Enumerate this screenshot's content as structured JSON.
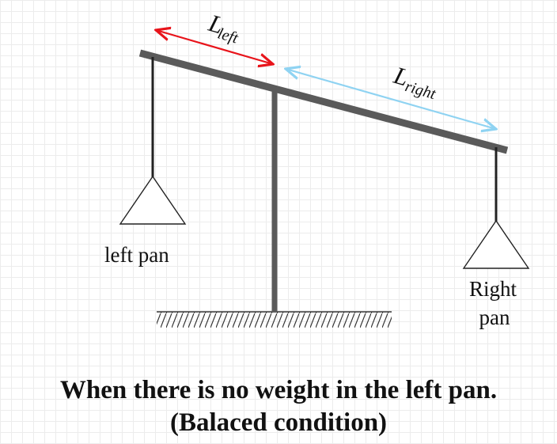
{
  "diagram": {
    "length_left_label": {
      "main": "L",
      "sub": "left"
    },
    "length_right_label": {
      "main": "L",
      "sub": "right"
    },
    "left_pan_label": "left pan",
    "right_pan_label_line1": "Right",
    "right_pan_label_line2": "pan",
    "colors": {
      "left_length_arrow": "#e8141b",
      "right_length_arrow": "#8fd3f2",
      "beam": "#5a5a5a",
      "line": "#222222"
    }
  },
  "caption": {
    "line1": "When there is no weight in the left pan.",
    "line2": "(Balaced condition)"
  }
}
